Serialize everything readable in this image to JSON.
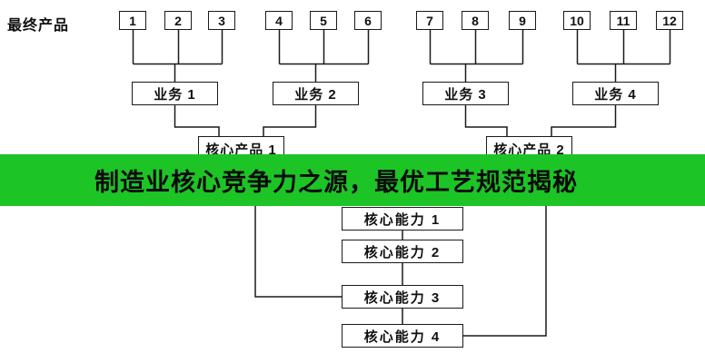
{
  "banner": {
    "text": "制造业核心竞争力之源，最优工艺规范揭秘",
    "bg_color": "#1dc426",
    "text_color": "#0b0b0b"
  },
  "diagram": {
    "row_label": "最终产品",
    "end_products": [
      "1",
      "2",
      "3",
      "4",
      "5",
      "6",
      "7",
      "8",
      "9",
      "10",
      "11",
      "12"
    ],
    "businesses": [
      "业务 1",
      "业务 2",
      "业务 3",
      "业务 4"
    ],
    "core_products": [
      "核心产品 1",
      "核心产品 2"
    ],
    "competencies": [
      "核心能力 1",
      "核心能力 2",
      "核心能力 3",
      "核心能力 4"
    ],
    "line_color": "#1a1a1a"
  }
}
